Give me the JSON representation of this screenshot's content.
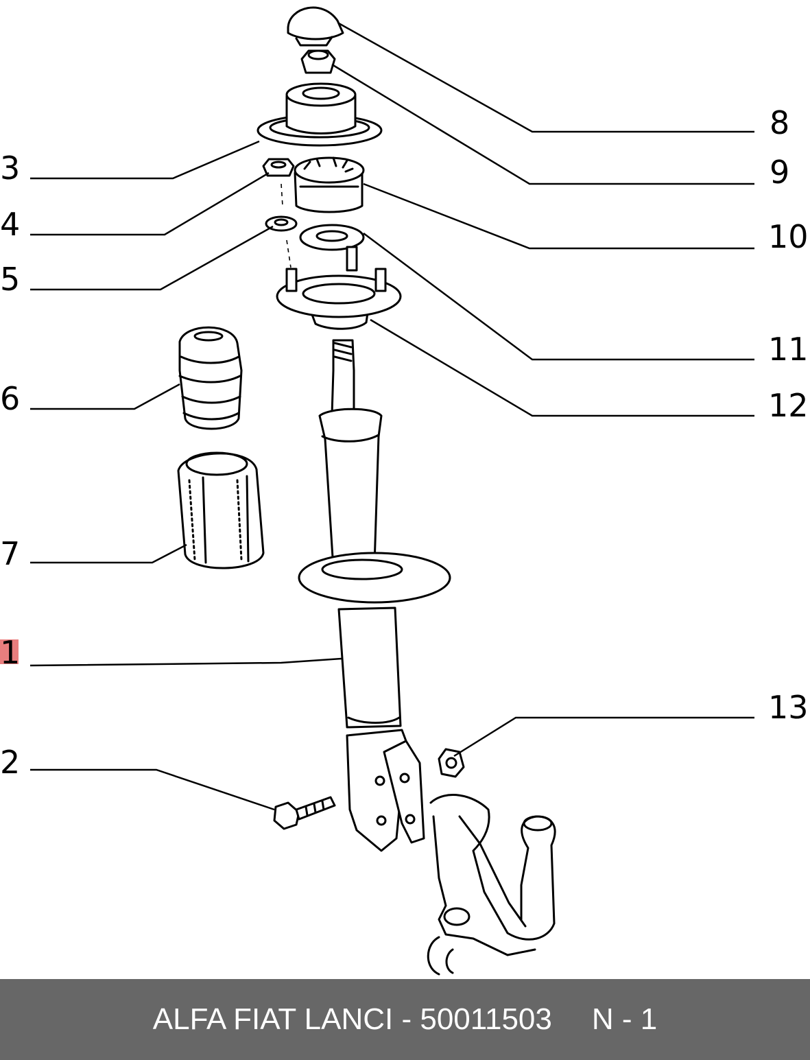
{
  "callouts": {
    "c1": "1",
    "c2": "2",
    "c3": "3",
    "c4": "4",
    "c5": "5",
    "c6": "6",
    "c7": "7",
    "c8": "8",
    "c9": "9",
    "c10": "10",
    "c11": "11",
    "c12": "12",
    "c13": "13"
  },
  "highlight_color": "#e87e7e",
  "footer": {
    "part_text": "ALFA FIAT LANCI - 50011503",
    "page_text": "N - 1",
    "background": "#676767"
  }
}
